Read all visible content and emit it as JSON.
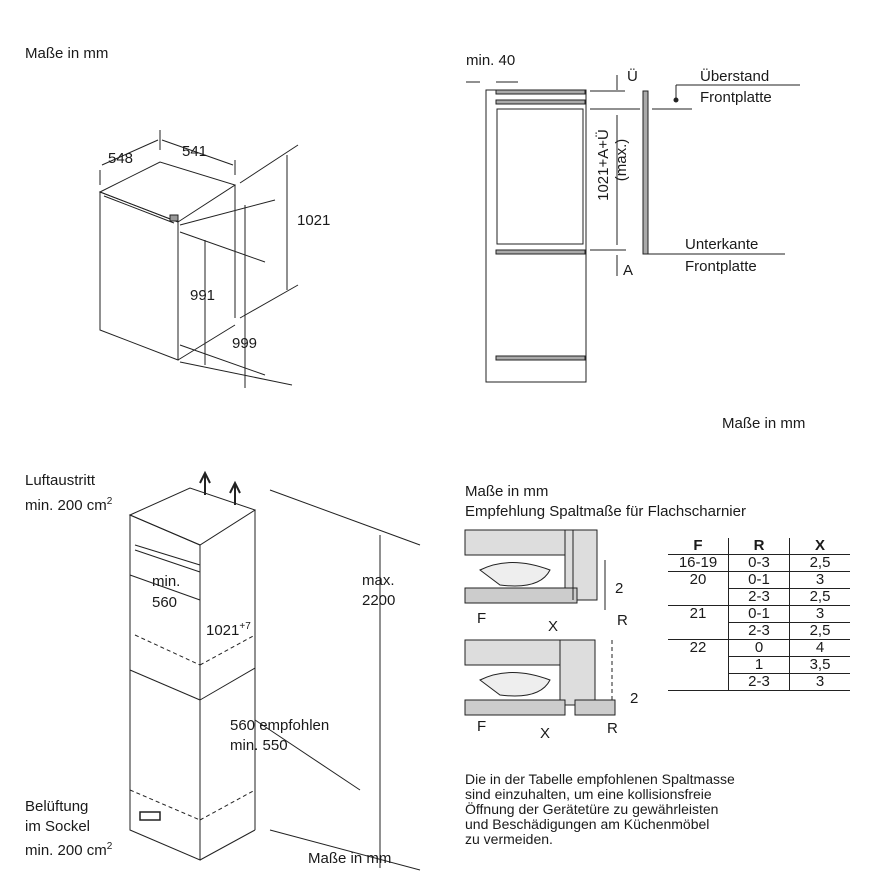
{
  "top_left": {
    "unit_label": "Maße in mm",
    "depth": "548",
    "width": "541",
    "height_total": "1021",
    "height_front": "991",
    "height_side": "999"
  },
  "top_right": {
    "min_gap": "min. 40",
    "overhang_symbol": "Ü",
    "overhang_label_1": "Überstand",
    "overhang_label_2": "Frontplatte",
    "height_formula": "1021+A+Ü",
    "height_max": "(max.)",
    "lower_edge_label_1": "Unterkante",
    "lower_edge_label_2": "Frontplatte",
    "a_symbol": "A",
    "unit_label": "Maße in mm"
  },
  "bottom_left": {
    "air_outlet_1": "Luftaustritt",
    "air_outlet_2": "min. 200 cm",
    "air_outlet_sup": "2",
    "min_width_1": "min.",
    "min_width_2": "560",
    "niche_height": "1021",
    "niche_height_sup": "+7",
    "max_height_1": "max.",
    "max_height_2": "2200",
    "depth_1": "560 empfohlen",
    "depth_2": "min. 550",
    "vent_1": "Belüftung",
    "vent_2": "im Sockel",
    "vent_3": "min. 200 cm",
    "vent_sup": "2",
    "unit_label": "Maße in mm"
  },
  "bottom_right": {
    "unit_label": "Maße in mm",
    "title": "Empfehlung Spaltmaße für Flachscharnier",
    "labels": {
      "f": "F",
      "x": "X",
      "r": "R",
      "two": "2"
    },
    "table": {
      "headers": [
        "F",
        "R",
        "X"
      ],
      "groups": [
        {
          "f": "16-19",
          "rows": [
            {
              "r": "0-3",
              "x": "2,5"
            }
          ]
        },
        {
          "f": "20",
          "rows": [
            {
              "r": "0-1",
              "x": "3"
            },
            {
              "r": "2-3",
              "x": "2,5"
            }
          ]
        },
        {
          "f": "21",
          "rows": [
            {
              "r": "0-1",
              "x": "3"
            },
            {
              "r": "2-3",
              "x": "2,5"
            }
          ]
        },
        {
          "f": "22",
          "rows": [
            {
              "r": "0",
              "x": "4"
            },
            {
              "r": "1",
              "x": "3,5"
            },
            {
              "r": "2-3",
              "x": "3"
            }
          ]
        }
      ]
    },
    "note": [
      "Die in der Tabelle empfohlenen Spaltmasse",
      "sind einzuhalten, um eine kollisionsfreie",
      "Öffnung der Gerätetüre zu gewährleisten",
      "und Beschädigungen am Küchenmöbel",
      "zu vermeiden."
    ]
  }
}
